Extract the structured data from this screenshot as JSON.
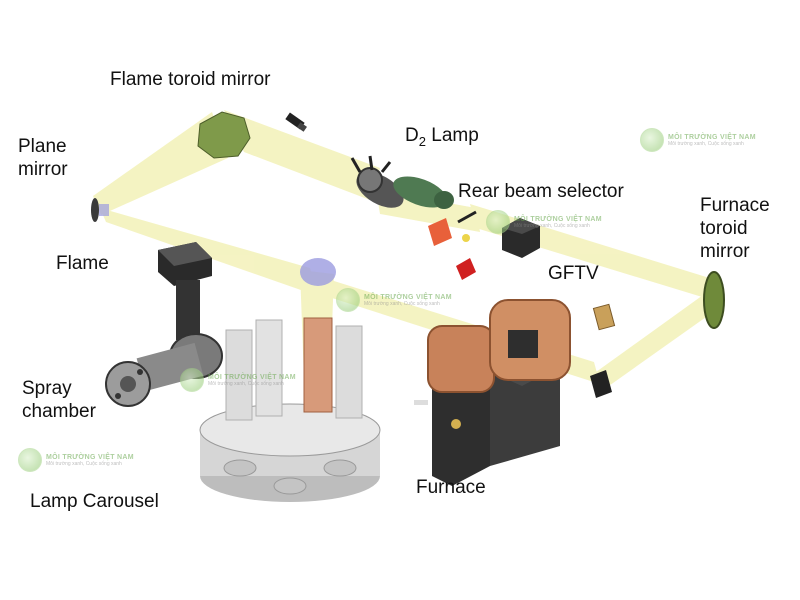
{
  "labels": {
    "flame_toroid_mirror": "Flame toroid mirror",
    "plane_mirror_line1": "Plane",
    "plane_mirror_line2": "mirror",
    "d2_lamp_d": "D",
    "d2_lamp_sub": "2",
    "d2_lamp_rest": " Lamp",
    "rear_beam_selector": "Rear beam selector",
    "furnace_toroid_line1": "Furnace",
    "furnace_toroid_line2": "toroid",
    "furnace_toroid_line3": "mirror",
    "flame": "Flame",
    "gftv": "GFTV",
    "spray_line1": "Spray",
    "spray_line2": "chamber",
    "furnace": "Furnace",
    "lamp_carousel": "Lamp Carousel"
  },
  "watermark": {
    "title": "MÔI TRƯỜNG VIỆT NAM",
    "subtitle": "Môi trường xanh, Cuộc sống xanh"
  },
  "colors": {
    "beam": "#f3f1b8",
    "copper": "#c8825a",
    "mirror_green": "#7f9a4a",
    "dark_body": "#2e2e2e",
    "carousel_grey": "#d6d6d6"
  }
}
